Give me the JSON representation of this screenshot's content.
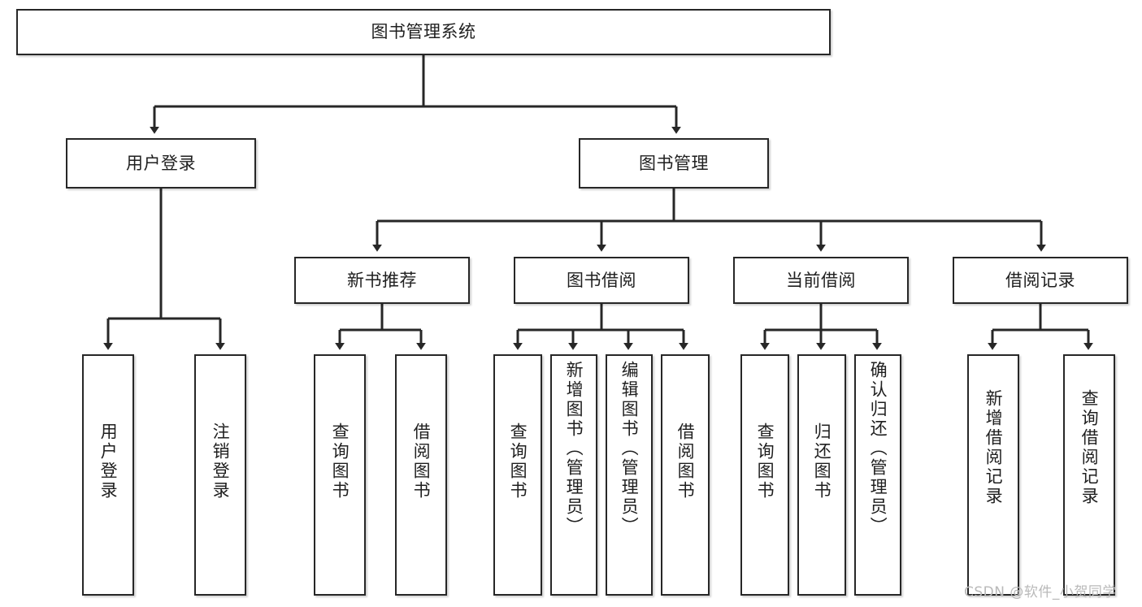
{
  "diagram": {
    "type": "tree-hierarchy",
    "title": "图书管理系统",
    "orientation": "top-down",
    "colors": {
      "box_border": "#272727",
      "box_fill": "#ffffff",
      "edge": "#272727",
      "text": "#1f1f1f",
      "watermark": "#b9b9b9"
    },
    "levels": [
      {
        "level": 1,
        "nodes": [
          {
            "id": "root",
            "label": "图书管理系统"
          }
        ]
      },
      {
        "level": 2,
        "nodes": [
          {
            "id": "user-login",
            "label": "用户登录",
            "parent": "root"
          },
          {
            "id": "book-manage",
            "label": "图书管理",
            "parent": "root"
          }
        ]
      },
      {
        "level": 3,
        "nodes": [
          {
            "id": "new-book-rec",
            "label": "新书推荐",
            "parent": "book-manage"
          },
          {
            "id": "book-borrow",
            "label": "图书借阅",
            "parent": "book-manage"
          },
          {
            "id": "current-borrow",
            "label": "当前借阅",
            "parent": "book-manage"
          },
          {
            "id": "borrow-record",
            "label": "借阅记录",
            "parent": "book-manage"
          }
        ]
      },
      {
        "level": 4,
        "nodes": [
          {
            "id": "leaf-user-login",
            "label": "用户登录",
            "parent": "user-login"
          },
          {
            "id": "leaf-logout",
            "label": "注销登录",
            "parent": "user-login"
          },
          {
            "id": "leaf-query-book-1",
            "label": "查询图书",
            "parent": "new-book-rec"
          },
          {
            "id": "leaf-borrow-book-1",
            "label": "借阅图书",
            "parent": "new-book-rec"
          },
          {
            "id": "leaf-query-book-2",
            "label": "查询图书",
            "parent": "book-borrow"
          },
          {
            "id": "leaf-add-book",
            "label": "新增图书（管理员）",
            "parent": "book-borrow"
          },
          {
            "id": "leaf-edit-book",
            "label": "编辑图书（管理员）",
            "parent": "book-borrow"
          },
          {
            "id": "leaf-borrow-book-2",
            "label": "借阅图书",
            "parent": "book-borrow"
          },
          {
            "id": "leaf-query-book-3",
            "label": "查询图书",
            "parent": "current-borrow"
          },
          {
            "id": "leaf-return-book",
            "label": "归还图书",
            "parent": "current-borrow"
          },
          {
            "id": "leaf-confirm-return",
            "label": "确认归还（管理员）",
            "parent": "current-borrow"
          },
          {
            "id": "leaf-add-record",
            "label": "新增借阅记录",
            "parent": "borrow-record"
          },
          {
            "id": "leaf-query-record",
            "label": "查询借阅记录",
            "parent": "borrow-record"
          }
        ]
      }
    ]
  },
  "watermark": {
    "text": "CSDN @软件_小贺同学"
  }
}
